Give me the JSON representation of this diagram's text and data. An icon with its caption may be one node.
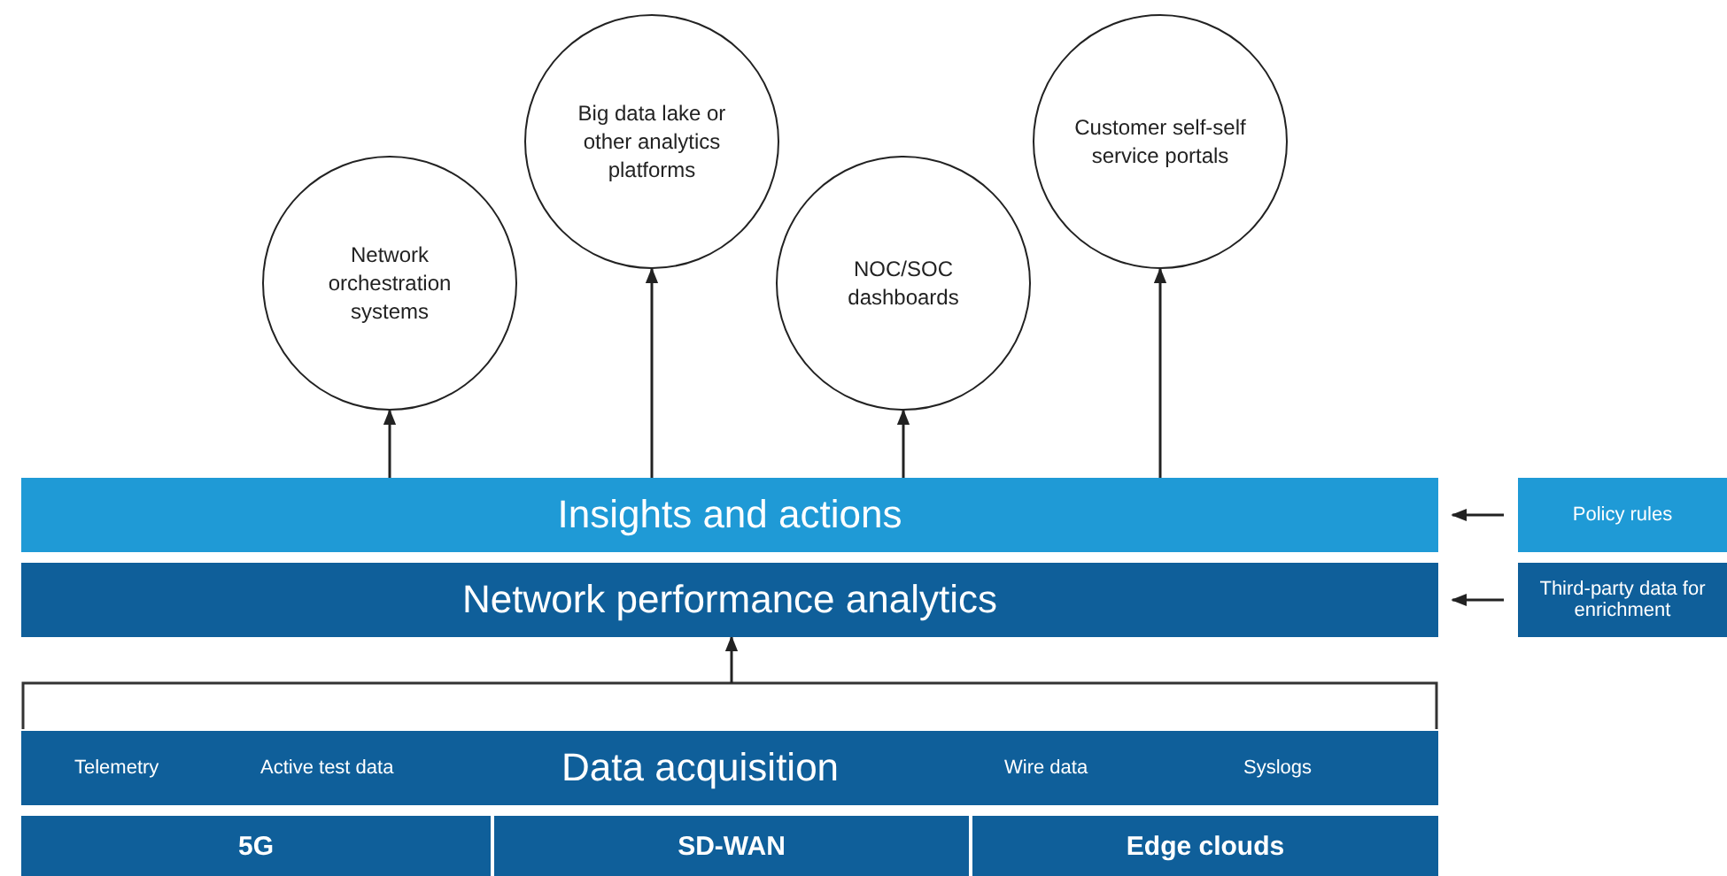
{
  "diagram": {
    "nodes": [
      {
        "text": [
          "Network orchestration systems"
        ]
      },
      {
        "text": [
          "Big data lake or other analytics platforms"
        ]
      },
      {
        "text": [
          "NOC/SOC dashboards"
        ]
      },
      {
        "text": [
          "Customer self-self service portals"
        ]
      },
      {
        "text": [
          "Insights and actions"
        ]
      },
      {
        "text": [
          "Network performance analytics"
        ]
      },
      {
        "text": [
          "Telemetry",
          "Active test data",
          "Data acquisition",
          "Wire data",
          "Syslogs"
        ]
      },
      {
        "text": [
          "5G"
        ]
      },
      {
        "text": [
          "SD-WAN"
        ]
      },
      {
        "text": [
          "Edge clouds"
        ]
      },
      {
        "text": [
          "Policy rules"
        ]
      },
      {
        "text": [
          "Third-party data for enrichment"
        ]
      }
    ],
    "edges": [
      {
        "from": 4,
        "to": 0,
        "arrow": "to"
      },
      {
        "from": 4,
        "to": 1,
        "arrow": "to"
      },
      {
        "from": 4,
        "to": 2,
        "arrow": "to"
      },
      {
        "from": 4,
        "to": 3,
        "arrow": "to"
      },
      {
        "from": 6,
        "to": 5,
        "arrow": "to"
      },
      {
        "from": 10,
        "to": 4,
        "arrow": "to"
      },
      {
        "from": 11,
        "to": 5,
        "arrow": "to"
      }
    ]
  }
}
